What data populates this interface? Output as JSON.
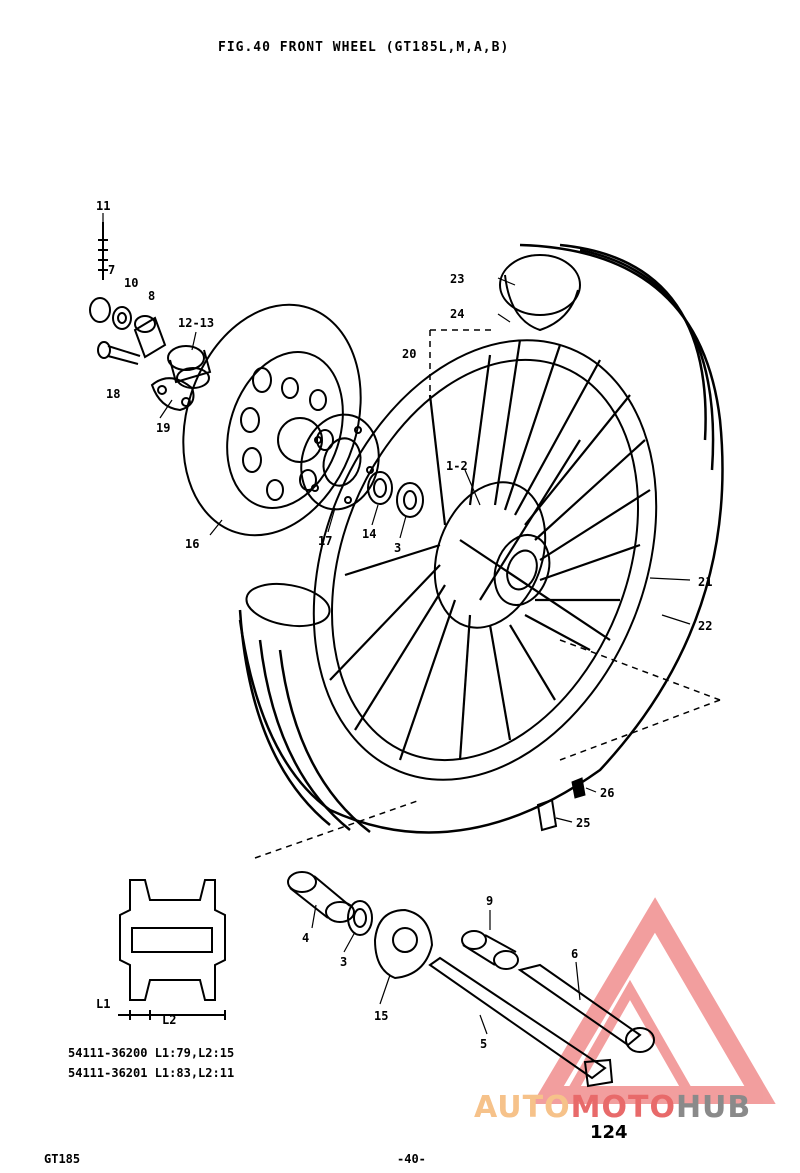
{
  "title": "FIG.40  FRONT WHEEL (GT185L,M,A,B)",
  "callouts": {
    "c11": "11",
    "c7": "7",
    "c10": "10",
    "c8": "8",
    "c12_13": "12-13",
    "c18": "18",
    "c19": "19",
    "c16": "16",
    "c17": "17",
    "c14": "14",
    "c3a": "3",
    "c1_2": "1-2",
    "c20": "20",
    "c23": "23",
    "c24": "24",
    "c21": "21",
    "c22": "22",
    "c26": "26",
    "c25": "25",
    "c4": "4",
    "c3b": "3",
    "c15": "15",
    "c9": "9",
    "c6": "6",
    "c5": "5",
    "l1": "L1",
    "l2": "L2"
  },
  "spec_lines": [
    "54111-36200 L1:79,L2:15",
    "54111-36201 L1:83,L2:11"
  ],
  "footer": {
    "model": "GT185",
    "page_center": "-40-",
    "page_number": "124"
  },
  "watermark": {
    "part1": "AUTO",
    "part2": "MOTO",
    "part3": "HUB"
  }
}
